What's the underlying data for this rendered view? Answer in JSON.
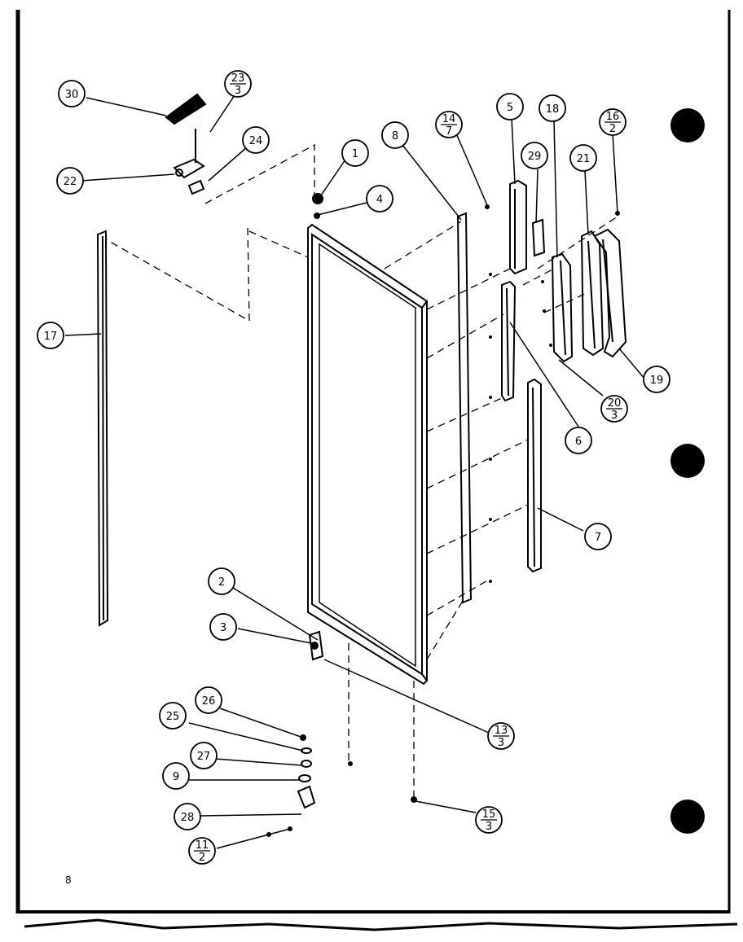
{
  "page_number": "8",
  "callouts": [
    {
      "id": "c30",
      "label": "30"
    },
    {
      "id": "c23",
      "label": "23",
      "sub": "3"
    },
    {
      "id": "c24",
      "label": "24"
    },
    {
      "id": "c22",
      "label": "22"
    },
    {
      "id": "c1",
      "label": "1"
    },
    {
      "id": "c4",
      "label": "4"
    },
    {
      "id": "c8",
      "label": "8"
    },
    {
      "id": "c14",
      "label": "14",
      "sub": "7"
    },
    {
      "id": "c5",
      "label": "5"
    },
    {
      "id": "c29",
      "label": "29"
    },
    {
      "id": "c18",
      "label": "18"
    },
    {
      "id": "c16",
      "label": "16",
      "sub": "2"
    },
    {
      "id": "c21",
      "label": "21"
    },
    {
      "id": "c19",
      "label": "19"
    },
    {
      "id": "c20",
      "label": "20",
      "sub": "3"
    },
    {
      "id": "c6",
      "label": "6"
    },
    {
      "id": "c7",
      "label": "7"
    },
    {
      "id": "c17",
      "label": "17"
    },
    {
      "id": "c2",
      "label": "2"
    },
    {
      "id": "c3",
      "label": "3"
    },
    {
      "id": "c13",
      "label": "13",
      "sub": "3"
    },
    {
      "id": "c26",
      "label": "26"
    },
    {
      "id": "c25",
      "label": "25"
    },
    {
      "id": "c27",
      "label": "27"
    },
    {
      "id": "c9",
      "label": "9"
    },
    {
      "id": "c28",
      "label": "28"
    },
    {
      "id": "c11",
      "label": "11",
      "sub": "2"
    },
    {
      "id": "c15",
      "label": "15",
      "sub": "3"
    }
  ]
}
